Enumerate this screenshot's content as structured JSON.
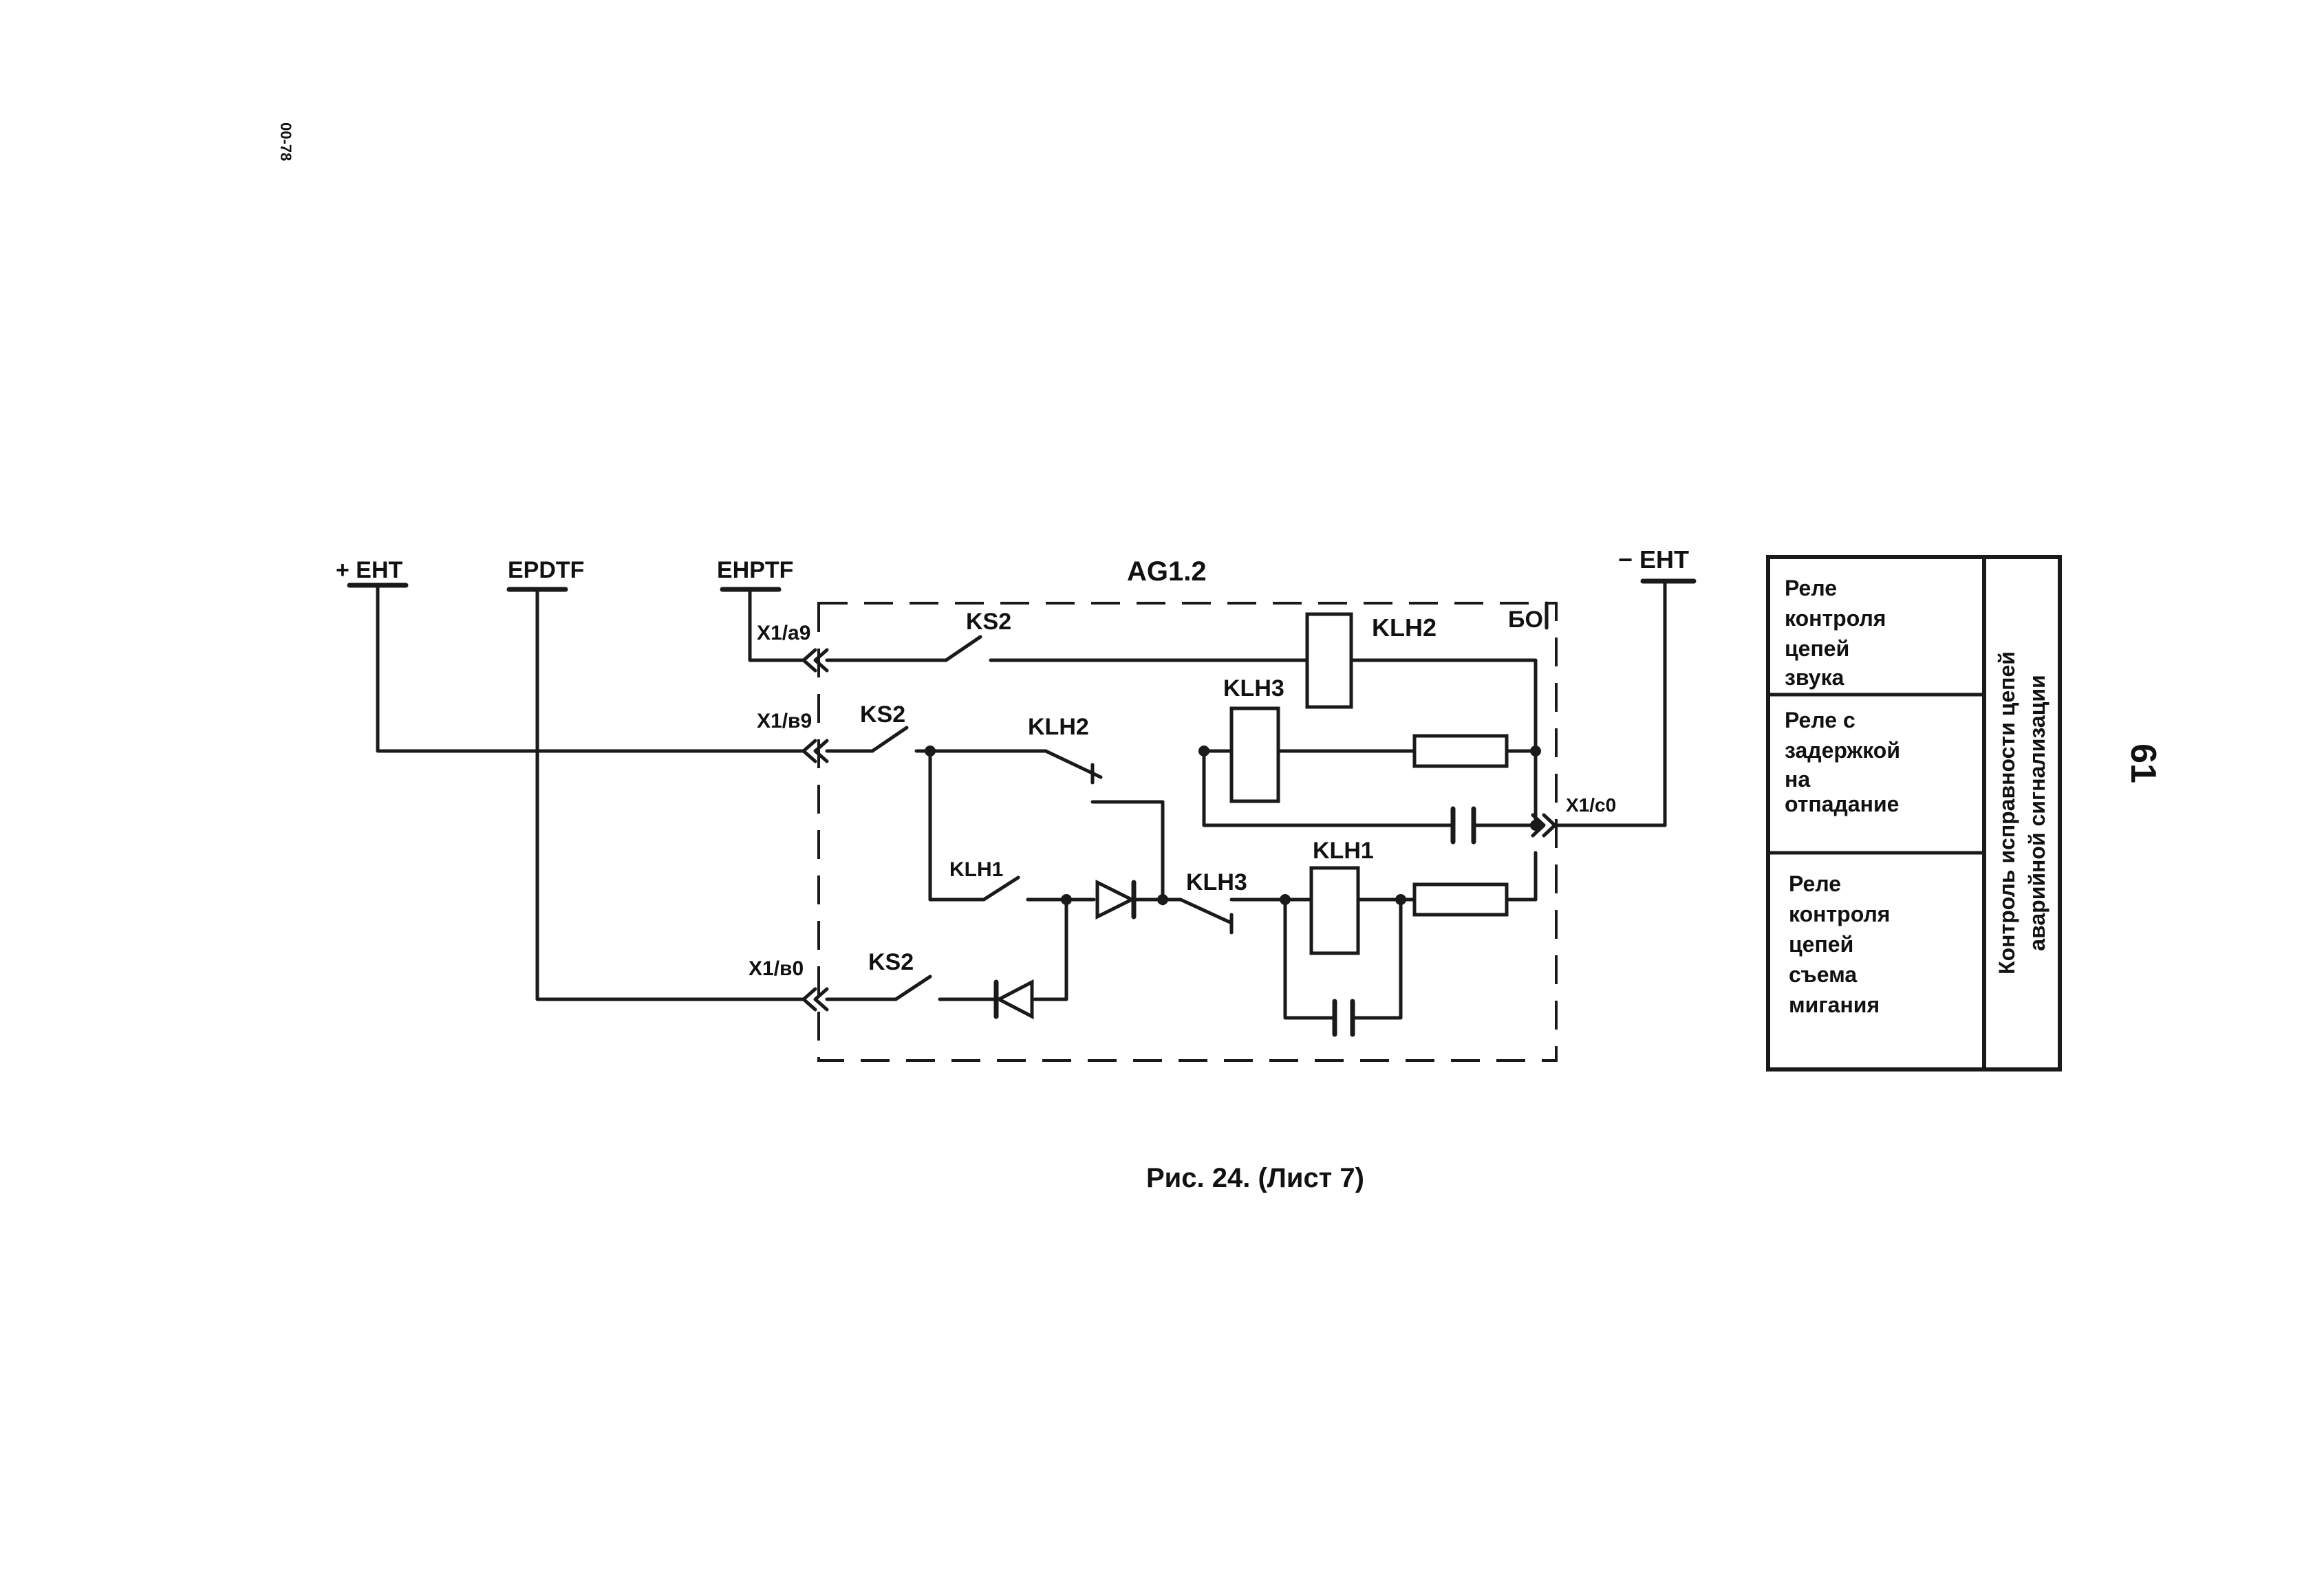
{
  "page": {
    "margin_note": "00-78",
    "page_number": "61",
    "caption": "Рис. 24. (Лист 7)"
  },
  "buses": {
    "plus_eht": "+ EHT",
    "epdtf": "EPDTF",
    "ehptf": "EHPTF",
    "minus_eht": "− EHT"
  },
  "block": {
    "name": "AG1.2",
    "label": "БО"
  },
  "connectors": {
    "a9_top": "X1/a9",
    "b9": "X1/в9",
    "b0": "X1/в0",
    "c0": "X1/c0"
  },
  "components": {
    "ks2_top": "KS2",
    "ks2_mid": "KS2",
    "ks2_bottom": "KS2",
    "klh2_coil": "KLH2",
    "klh2_contact": "KLH2",
    "klh3_coil": "KLH3",
    "klh3_contact": "KLH3",
    "klh1_coil": "KLH1",
    "klh1_contact": "KLH1"
  },
  "legend": {
    "rows": [
      {
        "line1": "Реле",
        "line2": "контроля",
        "line3": "цепей",
        "line4": "звука",
        "line5": ""
      },
      {
        "line1": "Реле с",
        "line2": "задержкой",
        "line3": "на",
        "line4": "отпадание",
        "line5": ""
      },
      {
        "line1": "Реле",
        "line2": "контроля",
        "line3": "цепей",
        "line4": "съема",
        "line5": "мигания"
      }
    ],
    "side_title_line1": "Контроль исправности цепей",
    "side_title_line2": "аварийной сигнализации"
  }
}
